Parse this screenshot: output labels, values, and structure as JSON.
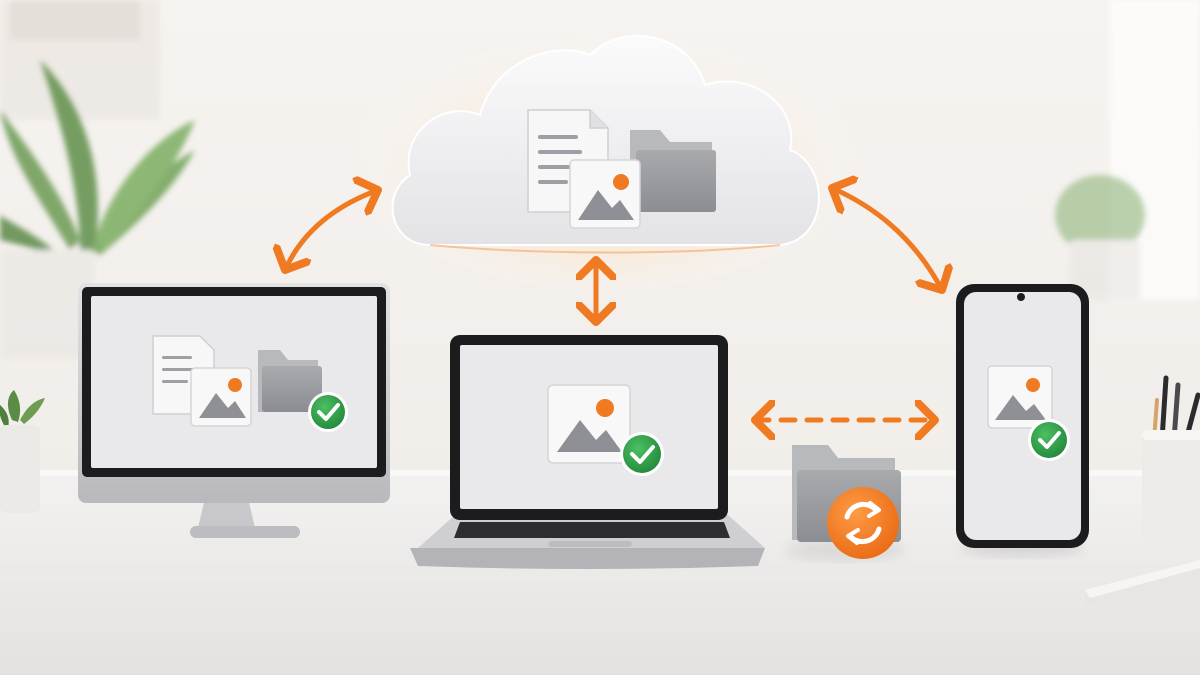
{
  "scene": {
    "colors": {
      "wall": "#f4f1ee",
      "desk": "#ecebe9",
      "accent_orange": "#f07a22",
      "check_green": "#2e9e48",
      "screen": "#e9e9ec",
      "bezel": "#1c1c1e",
      "device_silver": "#d2d2d6",
      "cloud": "#f1f1f3",
      "folder_gray": "#9a9ba0",
      "doc_white": "#f7f7f8",
      "plant_green": "#5f8f4a"
    },
    "elements": {
      "cloud": {
        "icons": [
          "document-icon",
          "image-icon",
          "folder-icon"
        ]
      },
      "desktop_monitor": {
        "icons": [
          "document-icon",
          "image-icon",
          "folder-icon",
          "check-icon"
        ],
        "synced": true
      },
      "laptop": {
        "icons": [
          "image-icon",
          "check-icon"
        ],
        "synced": true
      },
      "phone": {
        "icons": [
          "image-icon",
          "check-icon"
        ],
        "synced": true
      },
      "sync_folder": {
        "icons": [
          "folder-icon",
          "sync-icon"
        ]
      },
      "connections": [
        "cloud-to-monitor",
        "cloud-to-laptop",
        "cloud-to-phone",
        "laptop-to-phone"
      ]
    }
  }
}
